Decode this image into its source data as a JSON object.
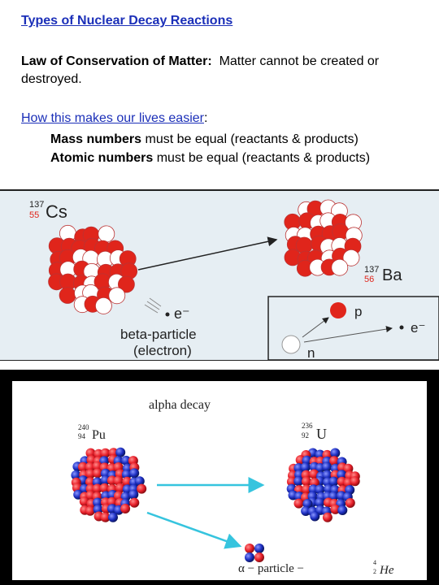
{
  "title": "Types of Nuclear Decay Reactions",
  "law": {
    "label": "Law of Conservation of Matter:",
    "text": "Matter cannot be created or destroyed."
  },
  "how": {
    "link": "How this makes our lives easier",
    "colon": ":"
  },
  "rules": [
    {
      "bold": "Mass numbers",
      "text": " must be equal (reactants & products)"
    },
    {
      "bold": "Atomic numbers",
      "text": " must be equal (reactants & products)"
    }
  ],
  "beta": {
    "cs_mass": "137",
    "cs_atomic": "55",
    "cs_symbol": "Cs",
    "ba_mass": "137",
    "ba_atomic": "56",
    "ba_symbol": "Ba",
    "electron": "e⁻",
    "particle_line1": "beta-particle",
    "particle_line2": "(electron)",
    "inset_p": "p",
    "inset_e": "e⁻",
    "inset_n": "n"
  },
  "alpha": {
    "title": "alpha decay",
    "pu_mass": "240",
    "pu_atomic": "94",
    "pu_symbol": "Pu",
    "u_mass": "236",
    "u_atomic": "92",
    "u_symbol": "U",
    "particle_label": "α − particle −",
    "he_mass": "4",
    "he_atomic": "2",
    "he_symbol": "He"
  },
  "colors": {
    "heading_blue": "#1b2fb8",
    "beta_red": "#e0251b",
    "nucleus_white": "#ffffff",
    "alpha_red": "#e8202a",
    "alpha_blue": "#1d2fc2",
    "arrow_cyan": "#36c4de",
    "panel_bg": "#e6eef3"
  }
}
